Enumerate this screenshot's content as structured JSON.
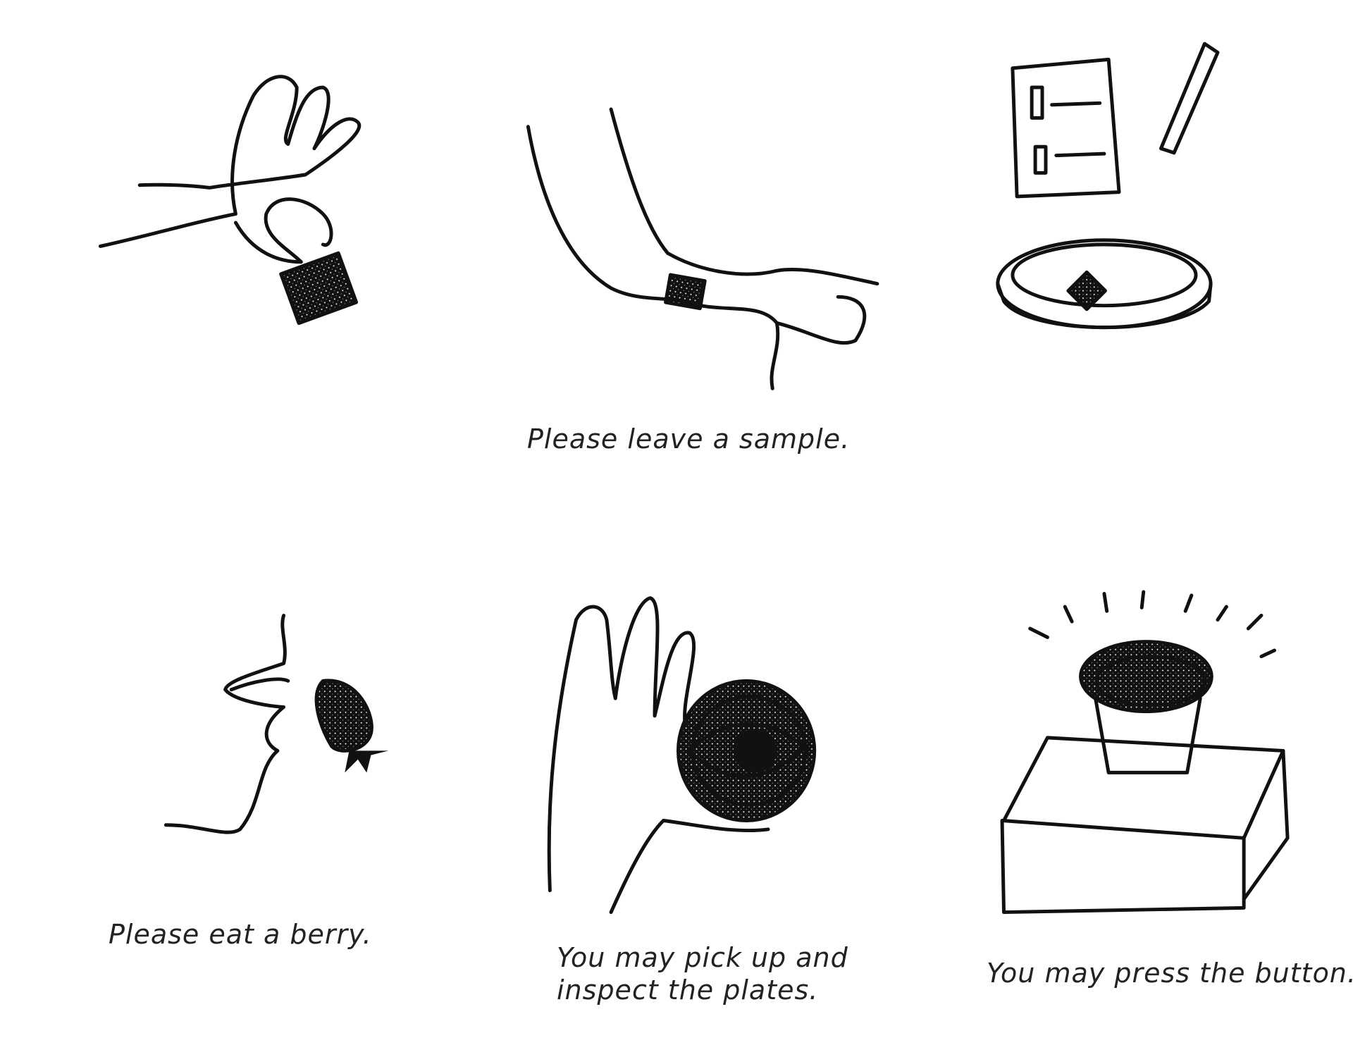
{
  "panels": [
    {
      "id": "sample",
      "caption_lines": [
        "Please leave a sample."
      ]
    },
    {
      "id": "berry",
      "caption_lines": [
        "Please eat a berry."
      ]
    },
    {
      "id": "plates",
      "caption_lines": [
        "You may pick up and",
        "inspect the plates."
      ]
    },
    {
      "id": "button",
      "caption_lines": [
        "You may press the button."
      ]
    }
  ],
  "colors": {
    "ink": "#111111",
    "background": "#ffffff"
  }
}
